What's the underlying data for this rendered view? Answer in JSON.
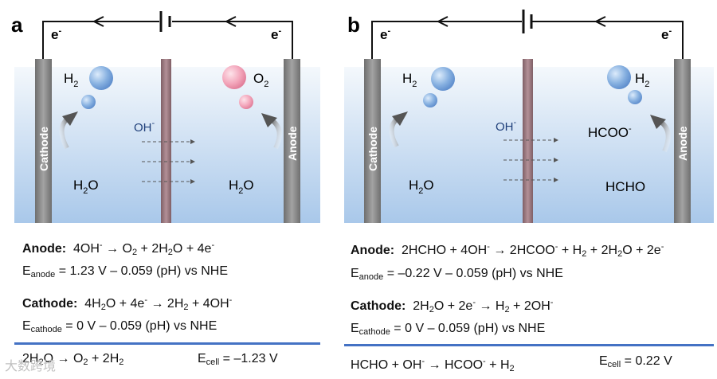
{
  "panels": [
    {
      "label": "a",
      "electron_left": "e",
      "electron_right": "e",
      "left_electrode": "Cathode",
      "right_electrode": "Anode",
      "left_gas": "H2",
      "right_gas": "O2",
      "ion": "OH-",
      "left_reactant": "H2O",
      "right_reactant": "H2O",
      "right_product": "",
      "equations": {
        "anode_label": "Anode:",
        "anode": "4OH- → O2 + 2H2O + 4e-",
        "e_anode": "Eanode = 1.23 V – 0.059 (pH) vs NHE",
        "cathode_label": "Cathode:",
        "cathode": "4H2O + 4e- → 2H2 + 4OH-",
        "e_cathode": "Ecathode = 0 V – 0.059 (pH) vs NHE",
        "overall": "2H2O → O2 + 2H2",
        "e_cell": "Ecell = –1.23 V"
      }
    },
    {
      "label": "b",
      "electron_left": "e",
      "electron_right": "e",
      "left_electrode": "Cathode",
      "right_electrode": "Anode",
      "left_gas": "H2",
      "right_gas": "H2",
      "ion": "OH-",
      "left_reactant": "H2O",
      "right_reactant": "HCHO",
      "right_product": "HCOO-",
      "equations": {
        "anode_label": "Anode:",
        "anode": "2HCHO + 4OH- → 2HCOO- + H2 + 2H2O + 2e-",
        "e_anode": "Eanode = –0.22 V – 0.059 (pH) vs NHE",
        "cathode_label": "Cathode:",
        "cathode": "2H2O + 2e- → H2 + 2OH-",
        "e_cathode": "Ecathode = 0 V – 0.059 (pH) vs NHE",
        "overall": "HCHO + OH- → HCOO- + H2",
        "e_cell": "Ecell = 0.22 V"
      }
    }
  ],
  "watermark": "大数跨境",
  "colors": {
    "electrolyte_top": "#eef4fb",
    "electrolyte_bottom": "#a9c8ea",
    "electrode": "#8c8c8c",
    "membrane": "#a07e84",
    "h2_bubble": "#7fa9dc",
    "o2_bubble": "#f0a3b8",
    "divider": "#4472c4",
    "ion_text": "#1f3f7a"
  }
}
